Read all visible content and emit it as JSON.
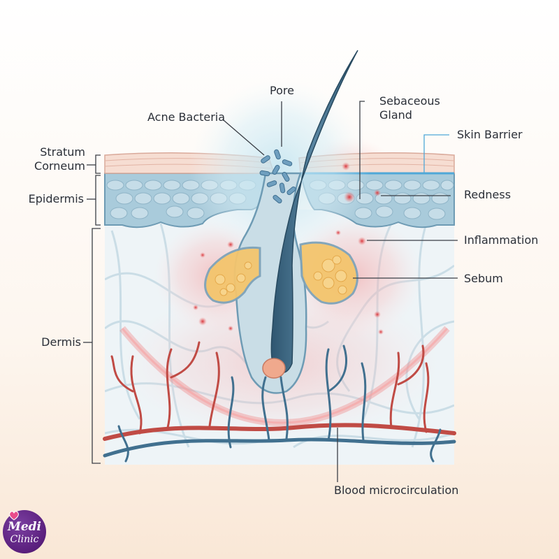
{
  "labels": {
    "stratum_corneum": [
      "Stratum",
      "Corneum"
    ],
    "epidermis": "Epidermis",
    "dermis": "Dermis",
    "pore": "Pore",
    "acne_bacteria": "Acne Bacteria",
    "sebaceous_gland": [
      "Sebaceous",
      "Gland"
    ],
    "skin_barrier": "Skin Barrier",
    "redness": "Redness",
    "inflammation": "Inflammation",
    "sebum": "Sebum",
    "blood_microcirculation": "Blood microcirculation"
  },
  "logo": {
    "line1": "Medi",
    "line2": "Clinic"
  },
  "colors": {
    "hair": "#3d6580",
    "tissue": "#c9dde6",
    "epidermis": "#a9cbdb",
    "sebum": "#f4c56d",
    "vessel_red": "#c04b45",
    "vessel_blue": "#41708f",
    "inflammation": "#e84b4b",
    "bacteria": "#6f9fbf"
  }
}
